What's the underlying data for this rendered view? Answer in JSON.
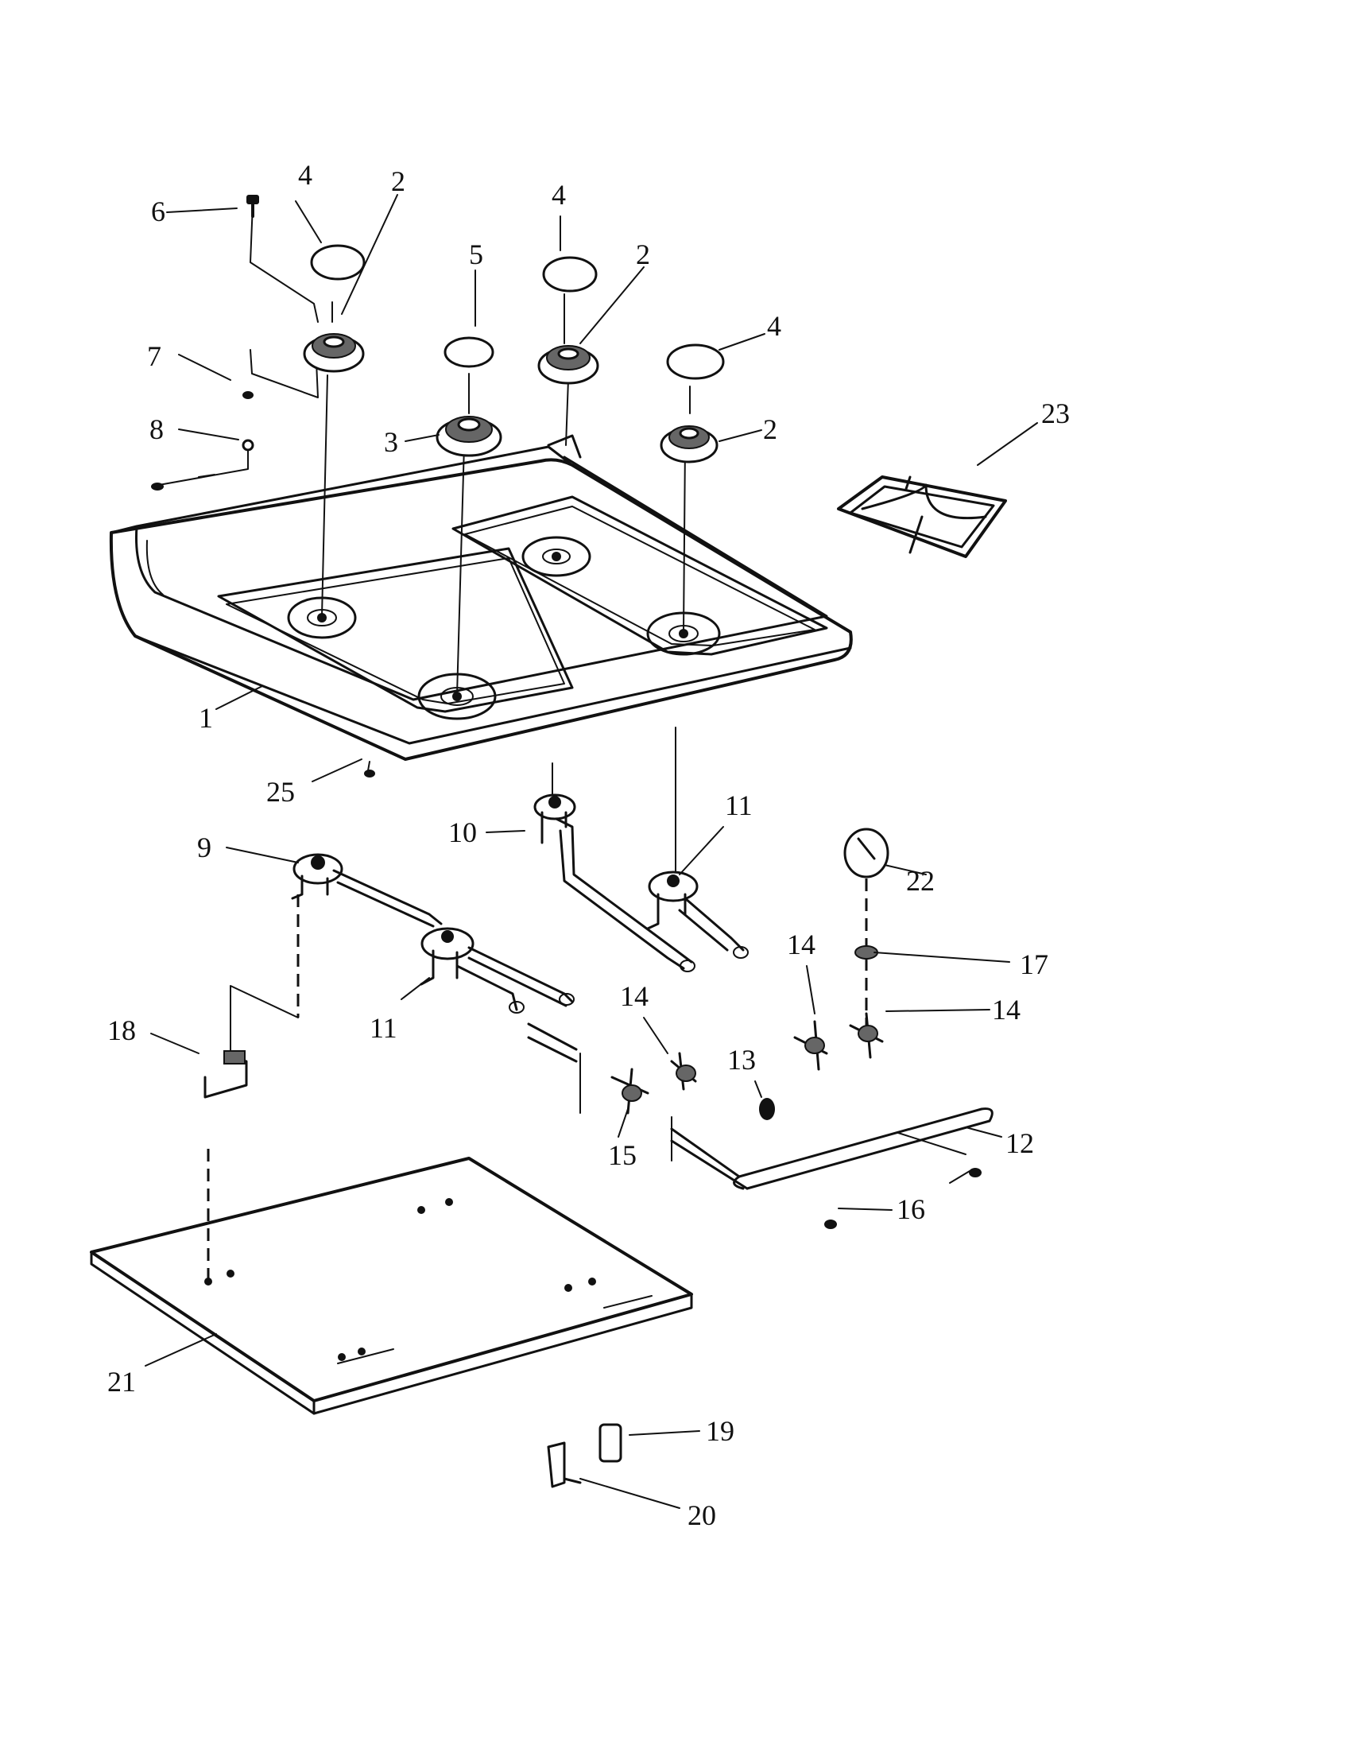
{
  "callouts": {
    "c1": "1",
    "c2a": "2",
    "c2b": "2",
    "c2c": "2",
    "c3": "3",
    "c4a": "4",
    "c4b": "4",
    "c4c": "4",
    "c5": "5",
    "c6": "6",
    "c7": "7",
    "c8": "8",
    "c9": "9",
    "c10": "10",
    "c11a": "11",
    "c11b": "11",
    "c12": "12",
    "c13": "13",
    "c14a": "14",
    "c14b": "14",
    "c14c": "14",
    "c15": "15",
    "c16": "16",
    "c17": "17",
    "c18": "18",
    "c19": "19",
    "c20": "20",
    "c21": "21",
    "c22": "22",
    "c23": "23",
    "c25": "25"
  }
}
